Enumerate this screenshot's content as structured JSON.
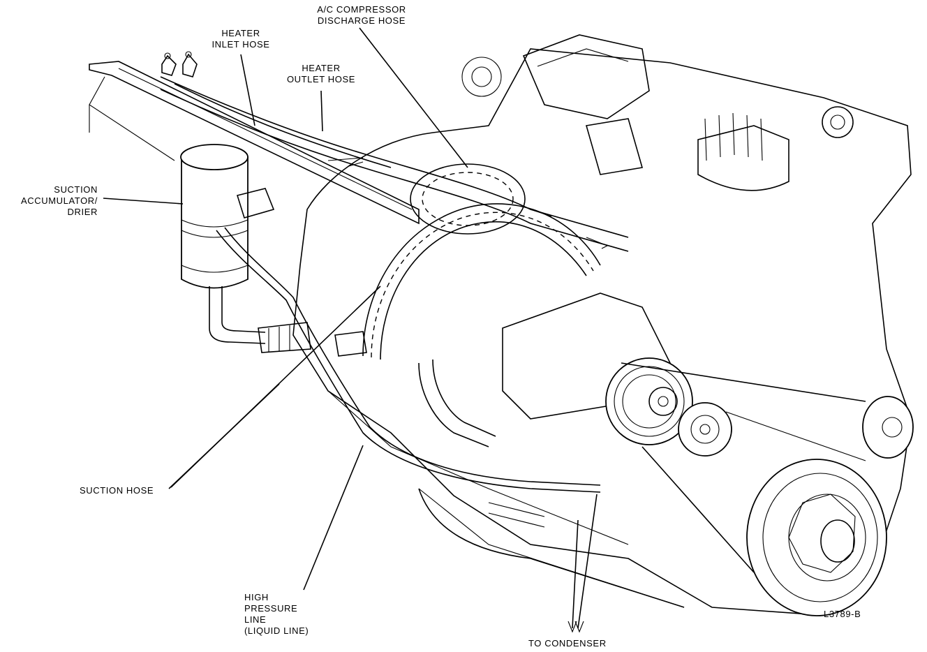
{
  "labels": {
    "ac_compressor_discharge_hose": [
      "A/C COMPRESSOR",
      "DISCHARGE HOSE"
    ],
    "heater_inlet_hose": [
      "HEATER",
      "INLET HOSE"
    ],
    "heater_outlet_hose": [
      "HEATER",
      "OUTLET HOSE"
    ],
    "suction_accumulator_drier": [
      "SUCTION",
      "ACCUMULATOR/",
      "DRIER"
    ],
    "suction_hose": "SUCTION HOSE",
    "high_pressure_line": [
      "HIGH",
      "PRESSURE",
      "LINE",
      "(LIQUID LINE)"
    ],
    "to_condenser": "TO CONDENSER",
    "figure_id": "L3789-B"
  }
}
